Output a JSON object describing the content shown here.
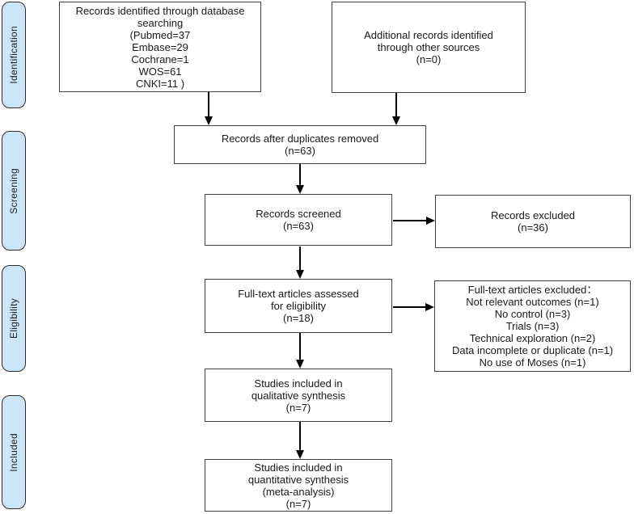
{
  "stages": {
    "identification": "Identification",
    "screening": "Screening",
    "eligibility": "Eligibility",
    "included": "Included"
  },
  "boxes": {
    "identified": "Records identified through database\nsearching\n(Pubmed=37\nEmbase=29\nCochrane=1\nWOS=61\nCNKI=11 )",
    "additional": "Additional records identified\nthrough other sources\n(n=0)",
    "duplicates_removed": "Records after duplicates removed\n(n=63)",
    "screened": "Records screened\n(n=63)",
    "records_excluded": "Records excluded\n(n=36)",
    "fulltext_assessed": "Full-text articles assessed\nfor eligibility\n(n=18)",
    "fulltext_excluded": "Full-text articles excluded：\nNot relevant outcomes (n=1)\nNo control (n=3)\nTrials (n=3)\nTechnical exploration (n=2)\nData incomplete or duplicate (n=1)\nNo use of Moses (n=1)",
    "qualitative": "Studies included in\nqualitative synthesis\n(n=7)",
    "quantitative": "Studies included in\nquantitative synthesis\n(meta-analysis)\n(n=7)"
  },
  "counts": {
    "pubmed": 37,
    "embase": 29,
    "cochrane": 1,
    "wos": 61,
    "cnki": 11,
    "other_sources": 0,
    "after_duplicates": 63,
    "screened": 63,
    "records_excluded": 36,
    "fulltext_assessed": 18,
    "fulltext_excluded_not_relevant": 1,
    "fulltext_excluded_no_control": 3,
    "fulltext_excluded_trials": 3,
    "fulltext_excluded_technical": 2,
    "fulltext_excluded_incomplete": 1,
    "fulltext_excluded_no_moses": 1,
    "qualitative": 7,
    "quantitative": 7
  },
  "colors": {
    "stage_fill": "#cde6f7",
    "stage_border": "#2b2b2b",
    "box_background": "#ffffff",
    "box_border": "#404040",
    "arrow": "#000000",
    "text": "#1a1a1a"
  }
}
